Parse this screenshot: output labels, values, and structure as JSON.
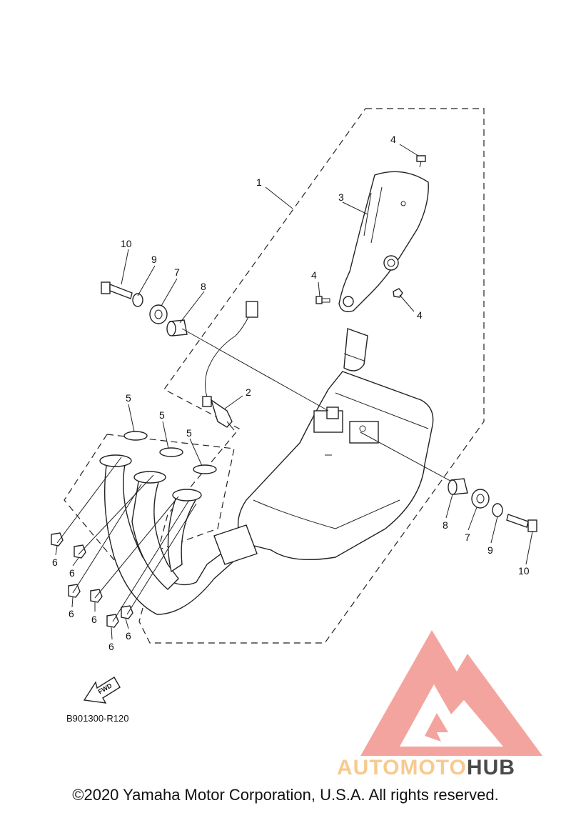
{
  "diagram": {
    "part_labels": {
      "p1": "1",
      "p2": "2",
      "p3": "3",
      "p4a": "4",
      "p4b": "4",
      "p4c": "4",
      "p5a": "5",
      "p5b": "5",
      "p5c": "5",
      "p6a": "6",
      "p6b": "6",
      "p6c": "6",
      "p6d": "6",
      "p6e": "6",
      "p6f": "6",
      "p7a": "7",
      "p7b": "7",
      "p8a": "8",
      "p8b": "8",
      "p9a": "9",
      "p9b": "9",
      "p10a": "10",
      "p10b": "10"
    },
    "fwd_label": "FWD",
    "diagram_code": "B901300-R120"
  },
  "watermark": {
    "brand_part1": "AUTOMOTO",
    "brand_part2": "HUB",
    "color_primary": "#f4a099",
    "color_secondary": "#f8c98e",
    "color_dark": "#4a4a4a"
  },
  "footer": {
    "copyright": "©2020 Yamaha Motor Corporation, U.S.A. All rights reserved."
  }
}
